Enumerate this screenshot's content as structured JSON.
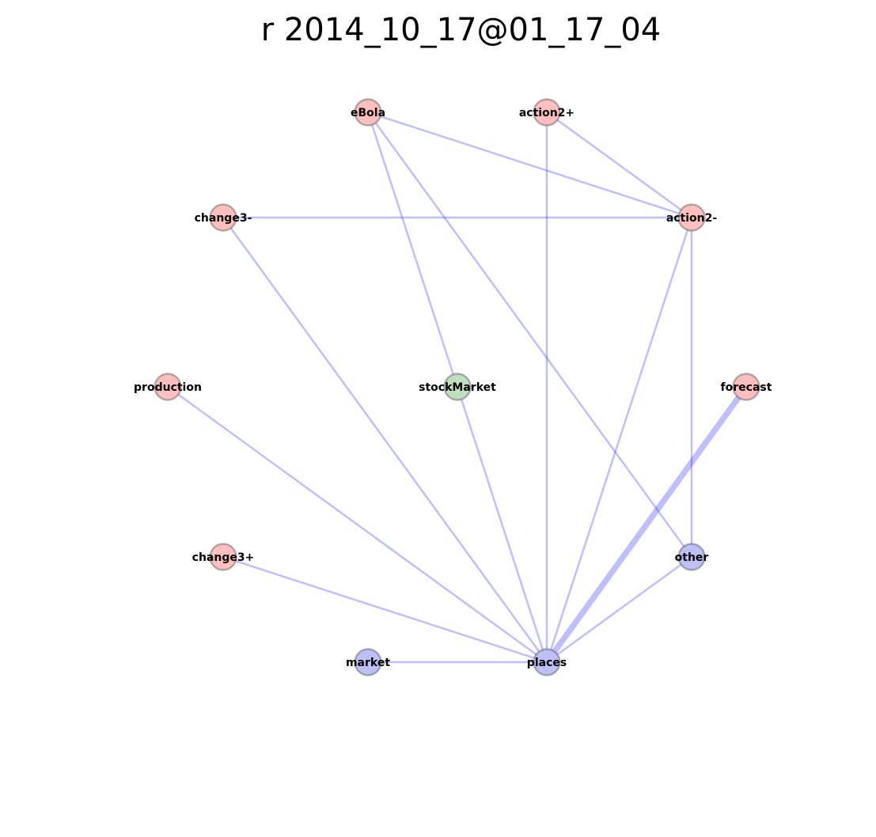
{
  "title": "r 2014_10_17@01_17_04",
  "colors": {
    "red_node": "#ffbfbf",
    "green_node": "#bfdfbf",
    "blue_node": "#bfbff7",
    "edge": "#0000ff"
  },
  "nodes": [
    {
      "id": "eBola",
      "label": "eBola",
      "color": "red_node"
    },
    {
      "id": "action2+",
      "label": "action2+",
      "color": "red_node"
    },
    {
      "id": "change3-",
      "label": "change3-",
      "color": "red_node"
    },
    {
      "id": "action2-",
      "label": "action2-",
      "color": "red_node"
    },
    {
      "id": "production",
      "label": "production",
      "color": "red_node"
    },
    {
      "id": "stockMarket",
      "label": "stockMarket",
      "color": "green_node"
    },
    {
      "id": "forecast",
      "label": "forecast",
      "color": "red_node"
    },
    {
      "id": "change3+",
      "label": "change3+",
      "color": "red_node"
    },
    {
      "id": "other",
      "label": "other",
      "color": "blue_node"
    },
    {
      "id": "market",
      "label": "market",
      "color": "blue_node"
    },
    {
      "id": "places",
      "label": "places",
      "color": "blue_node"
    }
  ],
  "edges": [
    {
      "source": "eBola",
      "target": "action2-",
      "weight": 1
    },
    {
      "source": "eBola",
      "target": "stockMarket",
      "weight": 1
    },
    {
      "source": "eBola",
      "target": "other",
      "weight": 1
    },
    {
      "source": "action2+",
      "target": "action2-",
      "weight": 1
    },
    {
      "source": "action2+",
      "target": "places",
      "weight": 1
    },
    {
      "source": "change3-",
      "target": "action2-",
      "weight": 1
    },
    {
      "source": "change3-",
      "target": "places",
      "weight": 1
    },
    {
      "source": "action2-",
      "target": "places",
      "weight": 1
    },
    {
      "source": "action2-",
      "target": "other",
      "weight": 1
    },
    {
      "source": "production",
      "target": "places",
      "weight": 1
    },
    {
      "source": "stockMarket",
      "target": "places",
      "weight": 1
    },
    {
      "source": "forecast",
      "target": "places",
      "weight": 3
    },
    {
      "source": "change3+",
      "target": "places",
      "weight": 1
    },
    {
      "source": "other",
      "target": "places",
      "weight": 1
    },
    {
      "source": "market",
      "target": "places",
      "weight": 1
    }
  ]
}
